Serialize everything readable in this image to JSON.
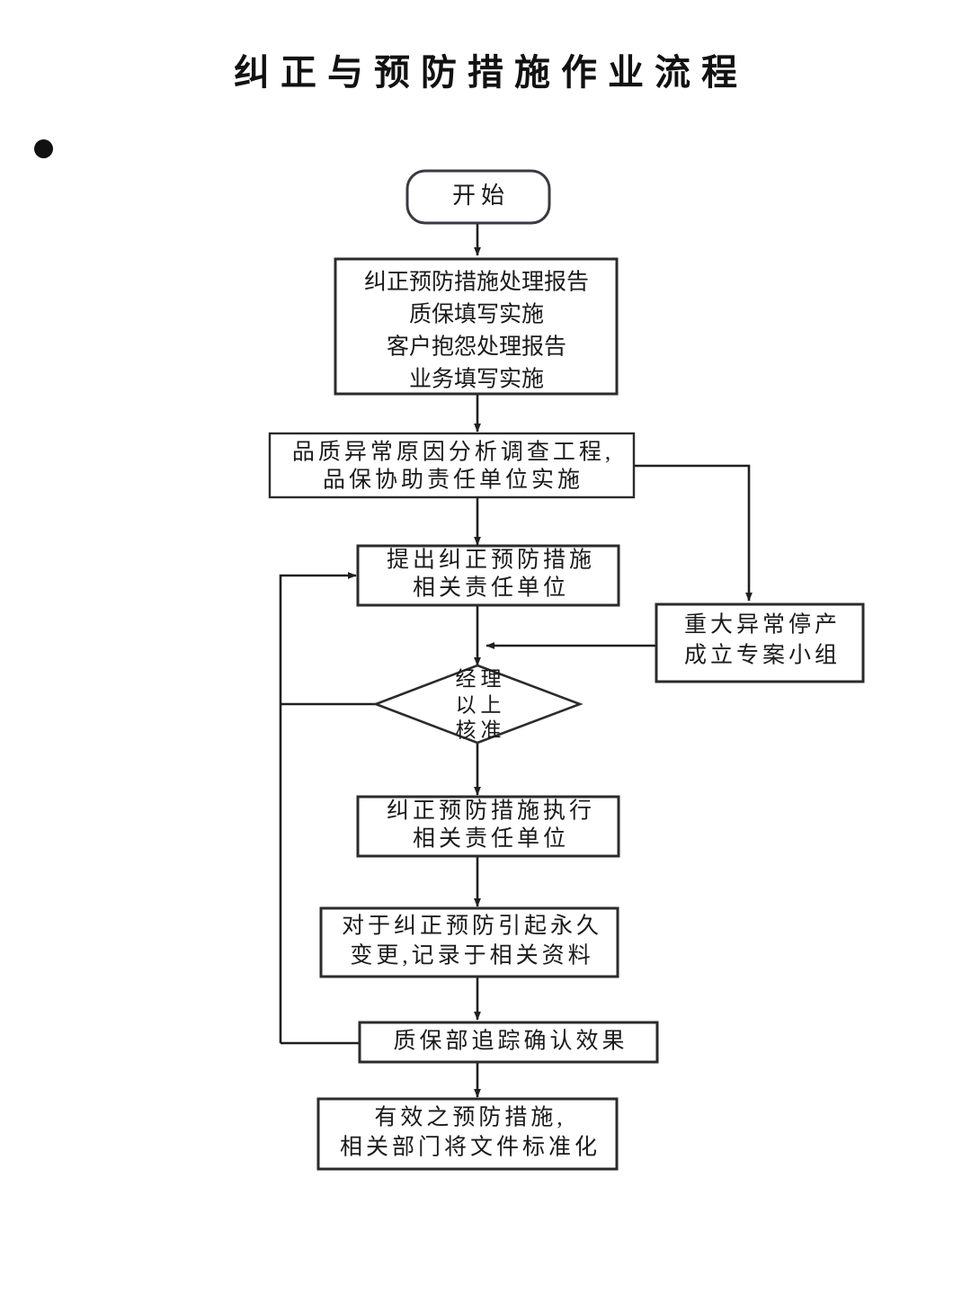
{
  "document": {
    "title": "纠正与预防措施作业流程",
    "bullet_marker": "bullet-dot"
  },
  "chart_data": {
    "type": "diagram",
    "diagram_kind": "flowchart",
    "title": "纠正与预防措施作业流程",
    "orientation": "top-to-bottom",
    "nodes": [
      {
        "id": "start",
        "shape": "rounded-rectangle",
        "lines": [
          "开始"
        ]
      },
      {
        "id": "report",
        "shape": "rectangle",
        "lines": [
          "纠正预防措施处理报告",
          "质保填写实施",
          "客户抱怨处理报告",
          "业务填写实施"
        ]
      },
      {
        "id": "analysis",
        "shape": "rectangle",
        "lines": [
          "品质异常原因分析调查工程,",
          "品保协助责任单位实施"
        ]
      },
      {
        "id": "propose",
        "shape": "rectangle",
        "lines": [
          "提出纠正预防措施",
          "相关责任单位"
        ]
      },
      {
        "id": "taskforce",
        "shape": "rectangle",
        "lines": [
          "重大异常停产",
          "成立专案小组"
        ]
      },
      {
        "id": "approval",
        "shape": "diamond",
        "lines": [
          "经理",
          "以上",
          "核准"
        ],
        "col_left": [
          "经",
          "以",
          "核"
        ],
        "col_right": [
          "理",
          "上",
          "准"
        ]
      },
      {
        "id": "execute",
        "shape": "rectangle",
        "lines": [
          "纠正预防措施执行",
          "相关责任单位"
        ]
      },
      {
        "id": "record",
        "shape": "rectangle",
        "lines": [
          "对于纠正预防引起永久",
          "变更,记录于相关资料"
        ]
      },
      {
        "id": "verify",
        "shape": "rectangle",
        "lines": [
          "质保部追踪确认效果"
        ]
      },
      {
        "id": "standardize",
        "shape": "rectangle",
        "lines": [
          "有效之预防措施,",
          "相关部门将文件标准化"
        ]
      }
    ],
    "edges": [
      {
        "from": "start",
        "to": "report",
        "style": "arrow-down"
      },
      {
        "from": "report",
        "to": "analysis",
        "style": "arrow-down"
      },
      {
        "from": "analysis",
        "to": "propose",
        "style": "arrow-down"
      },
      {
        "from": "analysis",
        "to": "taskforce",
        "style": "elbow-right-down-arrow"
      },
      {
        "from": "taskforce",
        "to": "approval",
        "style": "elbow-left-arrow"
      },
      {
        "from": "propose",
        "to": "approval",
        "style": "arrow-down"
      },
      {
        "from": "approval",
        "to": "execute",
        "style": "arrow-down"
      },
      {
        "from": "approval",
        "to": "propose",
        "style": "feedback-left-up-arrow"
      },
      {
        "from": "execute",
        "to": "record",
        "style": "arrow-down"
      },
      {
        "from": "record",
        "to": "verify",
        "style": "arrow-down"
      },
      {
        "from": "verify",
        "to": "propose",
        "style": "feedback-left-up-arrow"
      },
      {
        "from": "verify",
        "to": "standardize",
        "style": "arrow-down"
      }
    ],
    "colors": {
      "background": "#ffffff",
      "stroke": "#1f1f1f",
      "box_stroke": "#2b2b2b",
      "text": "#1a1a1a",
      "bullet": "#111111"
    }
  }
}
